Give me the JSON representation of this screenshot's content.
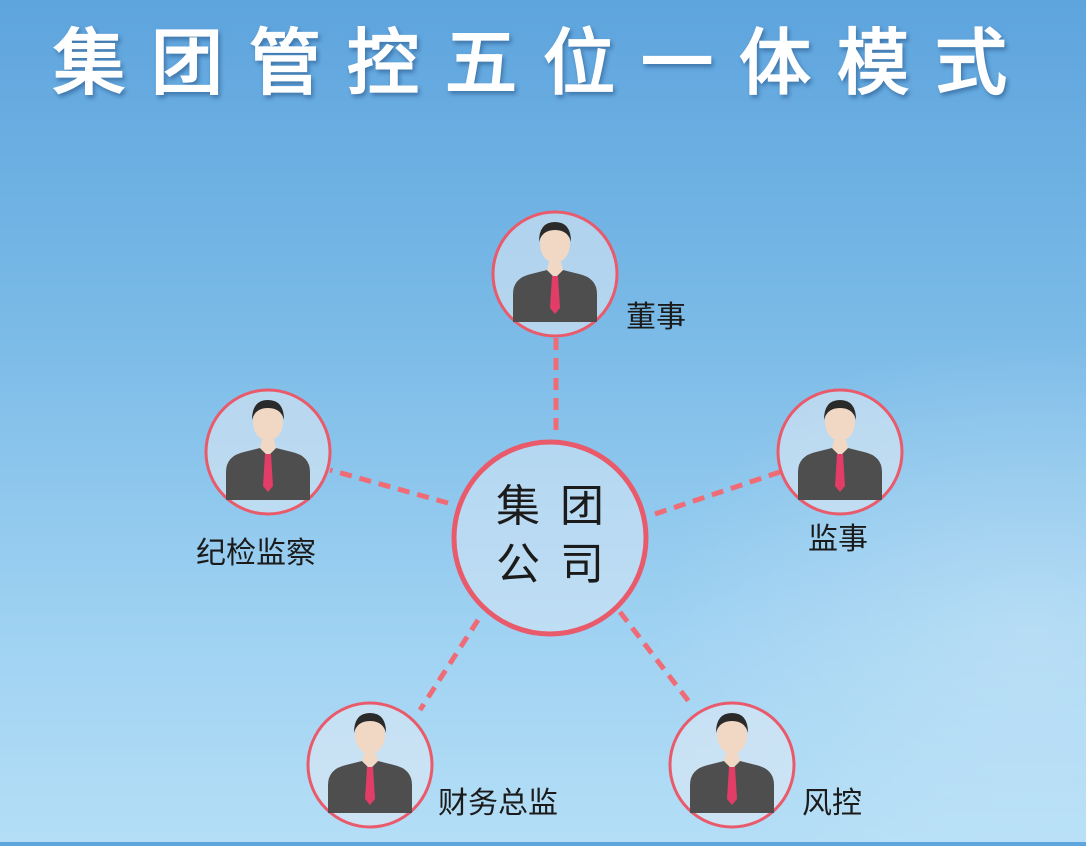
{
  "title": "集团管控五位一体模式",
  "center": {
    "line1": "集团",
    "line2": "公司"
  },
  "nodes": [
    {
      "id": "board",
      "label": "董事"
    },
    {
      "id": "supervisor",
      "label": "监事"
    },
    {
      "id": "risk",
      "label": "风控"
    },
    {
      "id": "finance",
      "label": "财务总监"
    },
    {
      "id": "discipline",
      "label": "纪检监察"
    }
  ],
  "colors": {
    "ring": "#e95a6b",
    "ringFill": "#dce8f4",
    "connector": "#ef6b76",
    "suit": "#4e4e4e",
    "tie": "#e23d66",
    "skin": "#f0d8c5",
    "hair": "#2a2a2a"
  }
}
